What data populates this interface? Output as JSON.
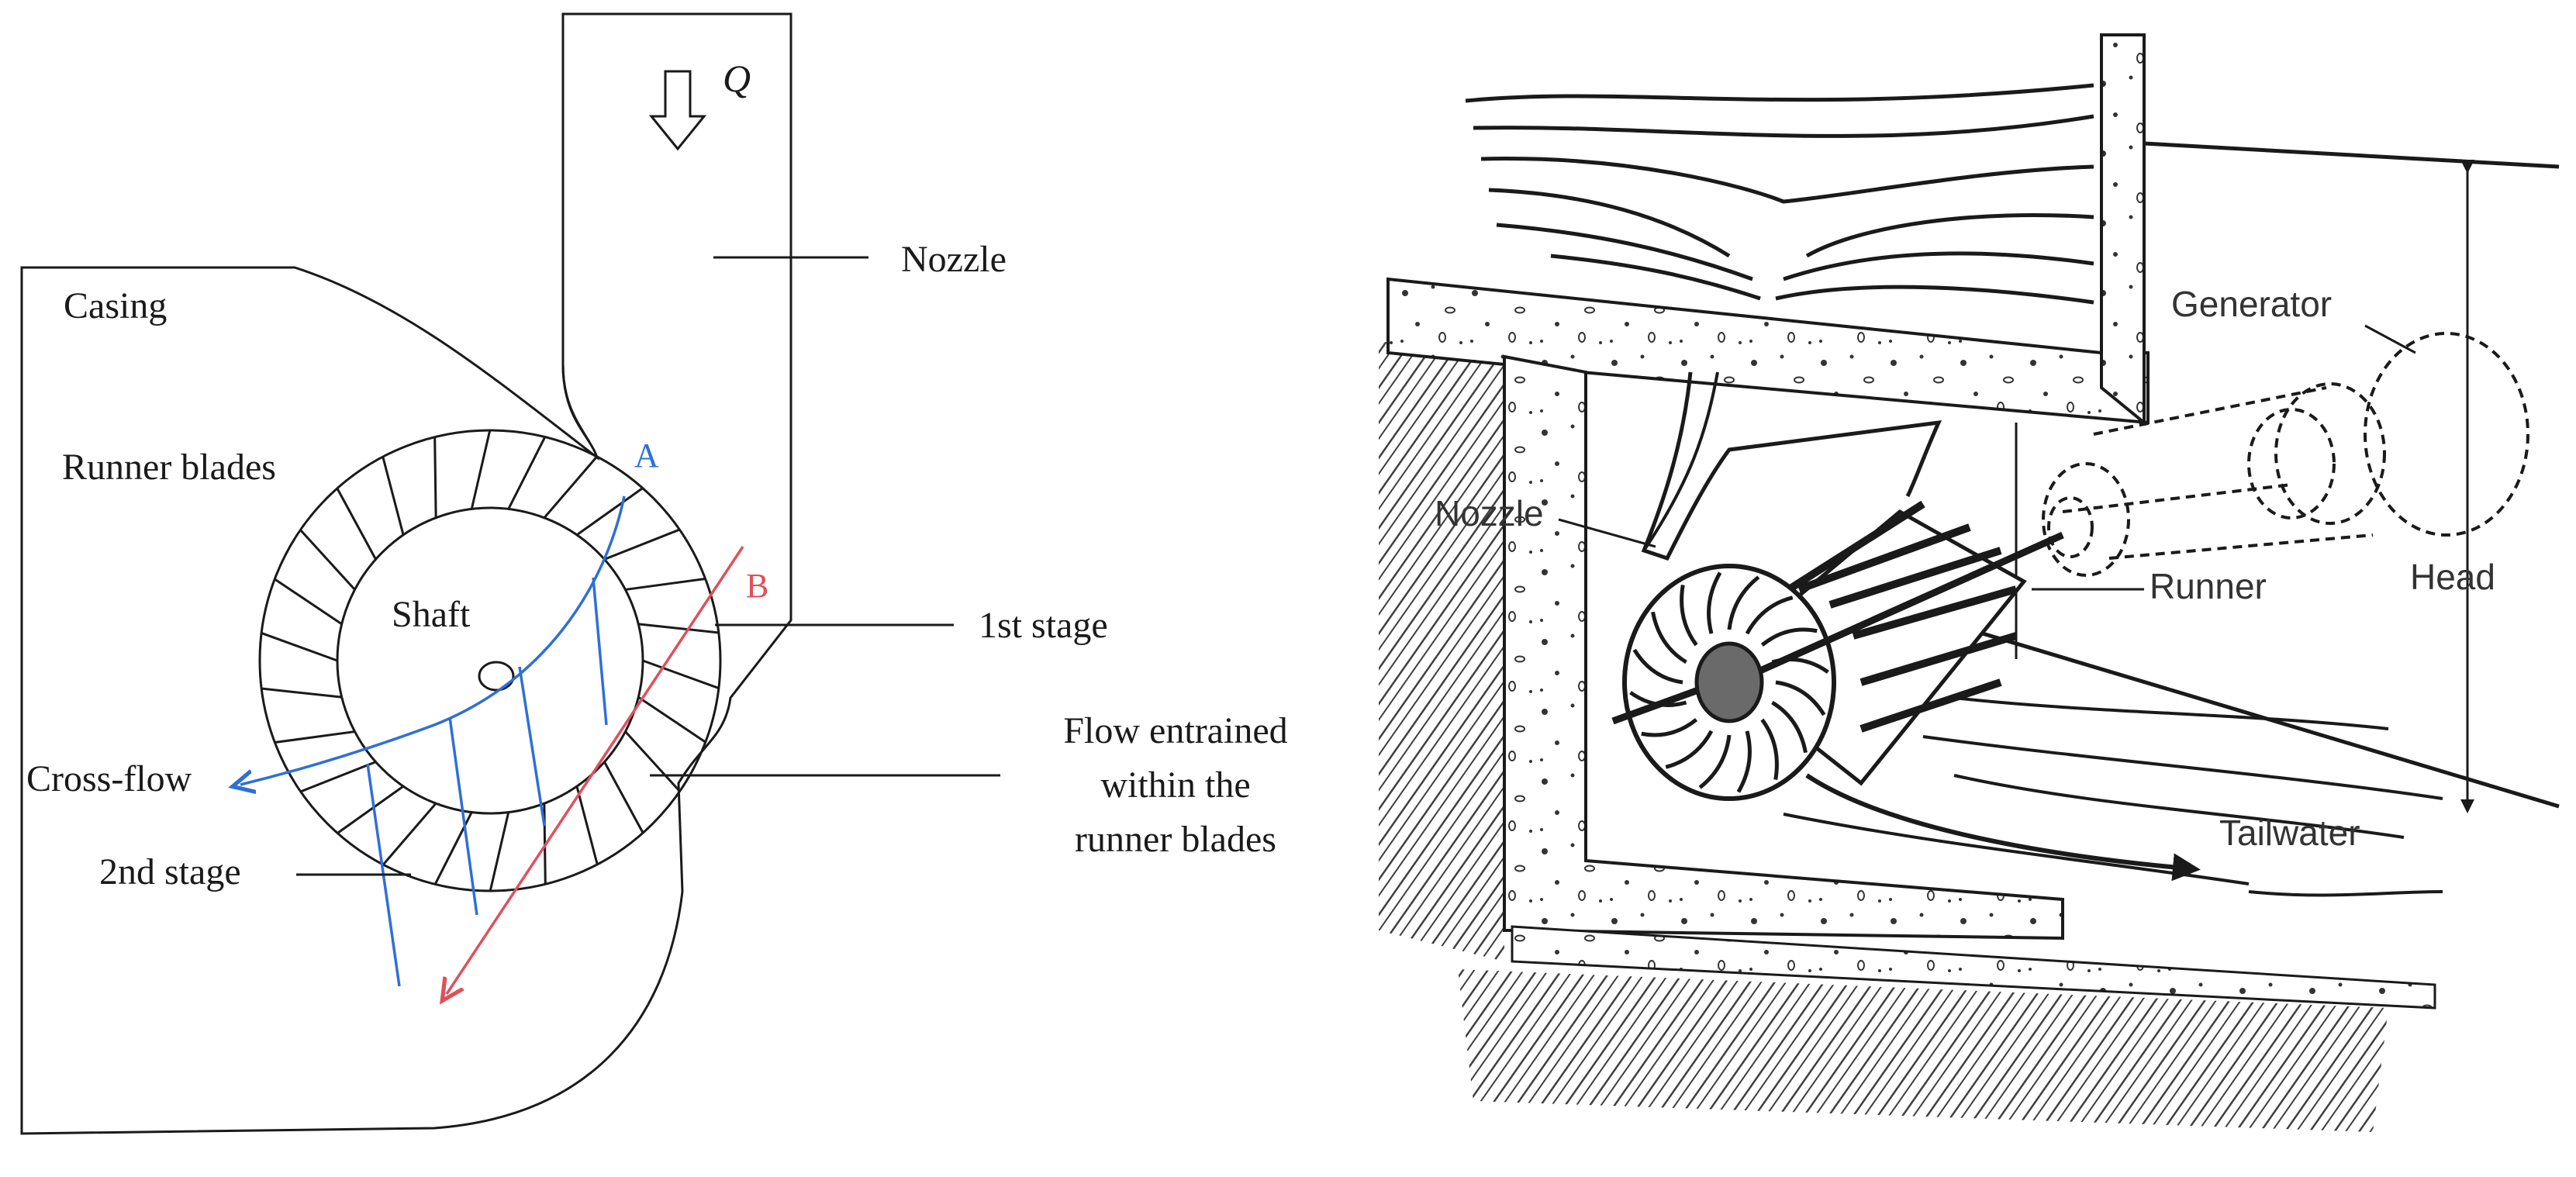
{
  "left_diagram": {
    "labels": {
      "flow_symbol": "Q",
      "nozzle": "Nozzle",
      "casing": "Casing",
      "runner_blades": "Runner blades",
      "point_a": "A",
      "point_b": "B",
      "shaft": "Shaft",
      "first_stage": "1st stage",
      "cross_flow": "Cross-flow",
      "flow_entrained_line1": "Flow entrained",
      "flow_entrained_line2": "within the",
      "flow_entrained_line3": "runner blades",
      "second_stage": "2nd stage"
    },
    "colors": {
      "outline": "#1a1a1a",
      "path_a": "#2f6fd6",
      "path_b": "#e0505a"
    }
  },
  "right_diagram": {
    "labels": {
      "generator": "Generator",
      "nozzle": "Nozzle",
      "runner": "Runner",
      "head": "Head",
      "tailwater": "Tailwater"
    },
    "colors": {
      "ink": "#1a1a1a",
      "label": "#333333"
    }
  }
}
